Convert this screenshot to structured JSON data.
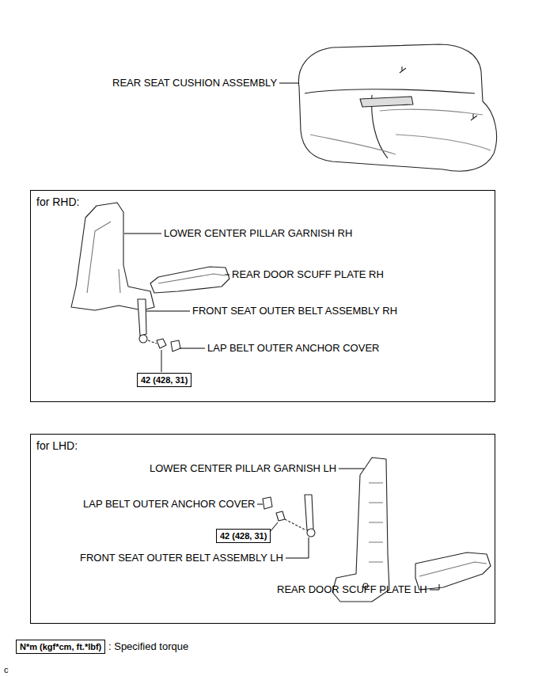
{
  "diagram": {
    "nodes": [
      {
        "text": [
          "for RHD:"
        ]
      },
      {
        "text": [
          "42 (428, 31)"
        ],
        "in": 0
      },
      {
        "text": [
          "for LHD:"
        ]
      },
      {
        "text": [
          "42 (428, 31)"
        ],
        "in": 2
      },
      {
        "text": [
          "N*m (kgf*cm, ft.*lbf)"
        ]
      }
    ],
    "labels": [
      "REAR SEAT CUSHION ASSEMBLY",
      "LOWER CENTER PILLAR GARNISH RH",
      "REAR DOOR SCUFF PLATE RH",
      "FRONT SEAT OUTER BELT ASSEMBLY RH",
      "LAP BELT OUTER ANCHOR COVER",
      "LOWER CENTER PILLAR GARNISH LH",
      "LAP BELT OUTER ANCHOR COVER",
      "FRONT SEAT OUTER BELT ASSEMBLY LH",
      "REAR DOOR SCUFF PLATE LH",
      ": Specified torque",
      "c"
    ]
  }
}
